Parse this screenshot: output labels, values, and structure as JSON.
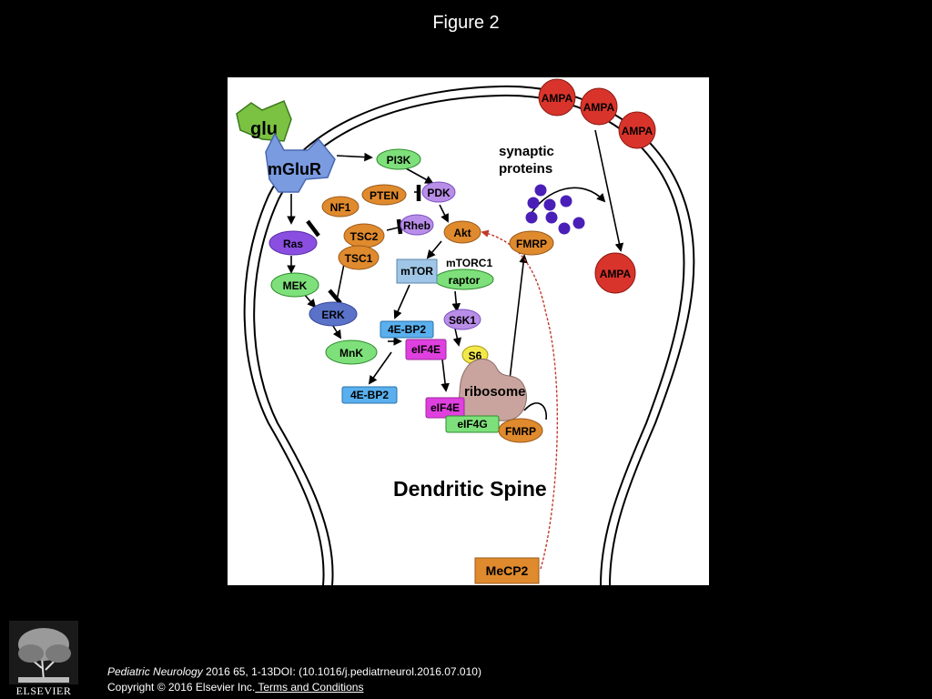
{
  "header": {
    "title": "Figure 2"
  },
  "diagram": {
    "nodes": {
      "glu": "glu",
      "mglur": "mGluR",
      "pi3k": "PI3K",
      "pdk": "PDK",
      "pten": "PTEN",
      "nf1": "NF1",
      "tsc2": "TSC2",
      "tsc1": "TSC1",
      "rheb": "Rheb",
      "akt": "Akt",
      "ras": "Ras",
      "mek": "MEK",
      "erk": "ERK",
      "mnk": "MnK",
      "mtor": "mTOR",
      "mtorc1": "mTORC1",
      "raptor": "raptor",
      "s6k1": "S6K1",
      "s6": "S6",
      "ebp2_top": "4E-BP2",
      "eif4e_top": "eIF4E",
      "ebp2_bottom": "4E-BP2",
      "eif4e_bottom": "eIF4E",
      "eif4g": "eIF4G",
      "ribosome": "ribosome",
      "fmrp_upper": "FMRP",
      "fmrp_lower": "FMRP",
      "ampa_1": "AMPA",
      "ampa_2": "AMPA",
      "ampa_3": "AMPA",
      "ampa_inner": "AMPA",
      "synaptic_line1": "synaptic",
      "synaptic_line2": "proteins",
      "spine_label": "Dendritic Spine",
      "mecp2": "MeCP2"
    }
  },
  "footer": {
    "publisher": "ELSEVIER",
    "journal": "Pediatric Neurology",
    "citation_rest": " 2016 65, 1-13DOI: (10.1016/j.pediatrneurol.2016.07.010)",
    "copyright": "Copyright © 2016 Elsevier Inc.",
    "terms_link": " Terms and Conditions"
  },
  "colors": {
    "orange": "#e08a2e",
    "green": "#7ee07a",
    "purple": "#8a4fe0",
    "blue_dark": "#5a72c8",
    "light_blue": "#5ab0ee",
    "magenta": "#e040e0",
    "red": "#d9342b",
    "ribosome": "#c9a49e",
    "mglur": "#7a9be0",
    "glu": "#7cc242"
  }
}
